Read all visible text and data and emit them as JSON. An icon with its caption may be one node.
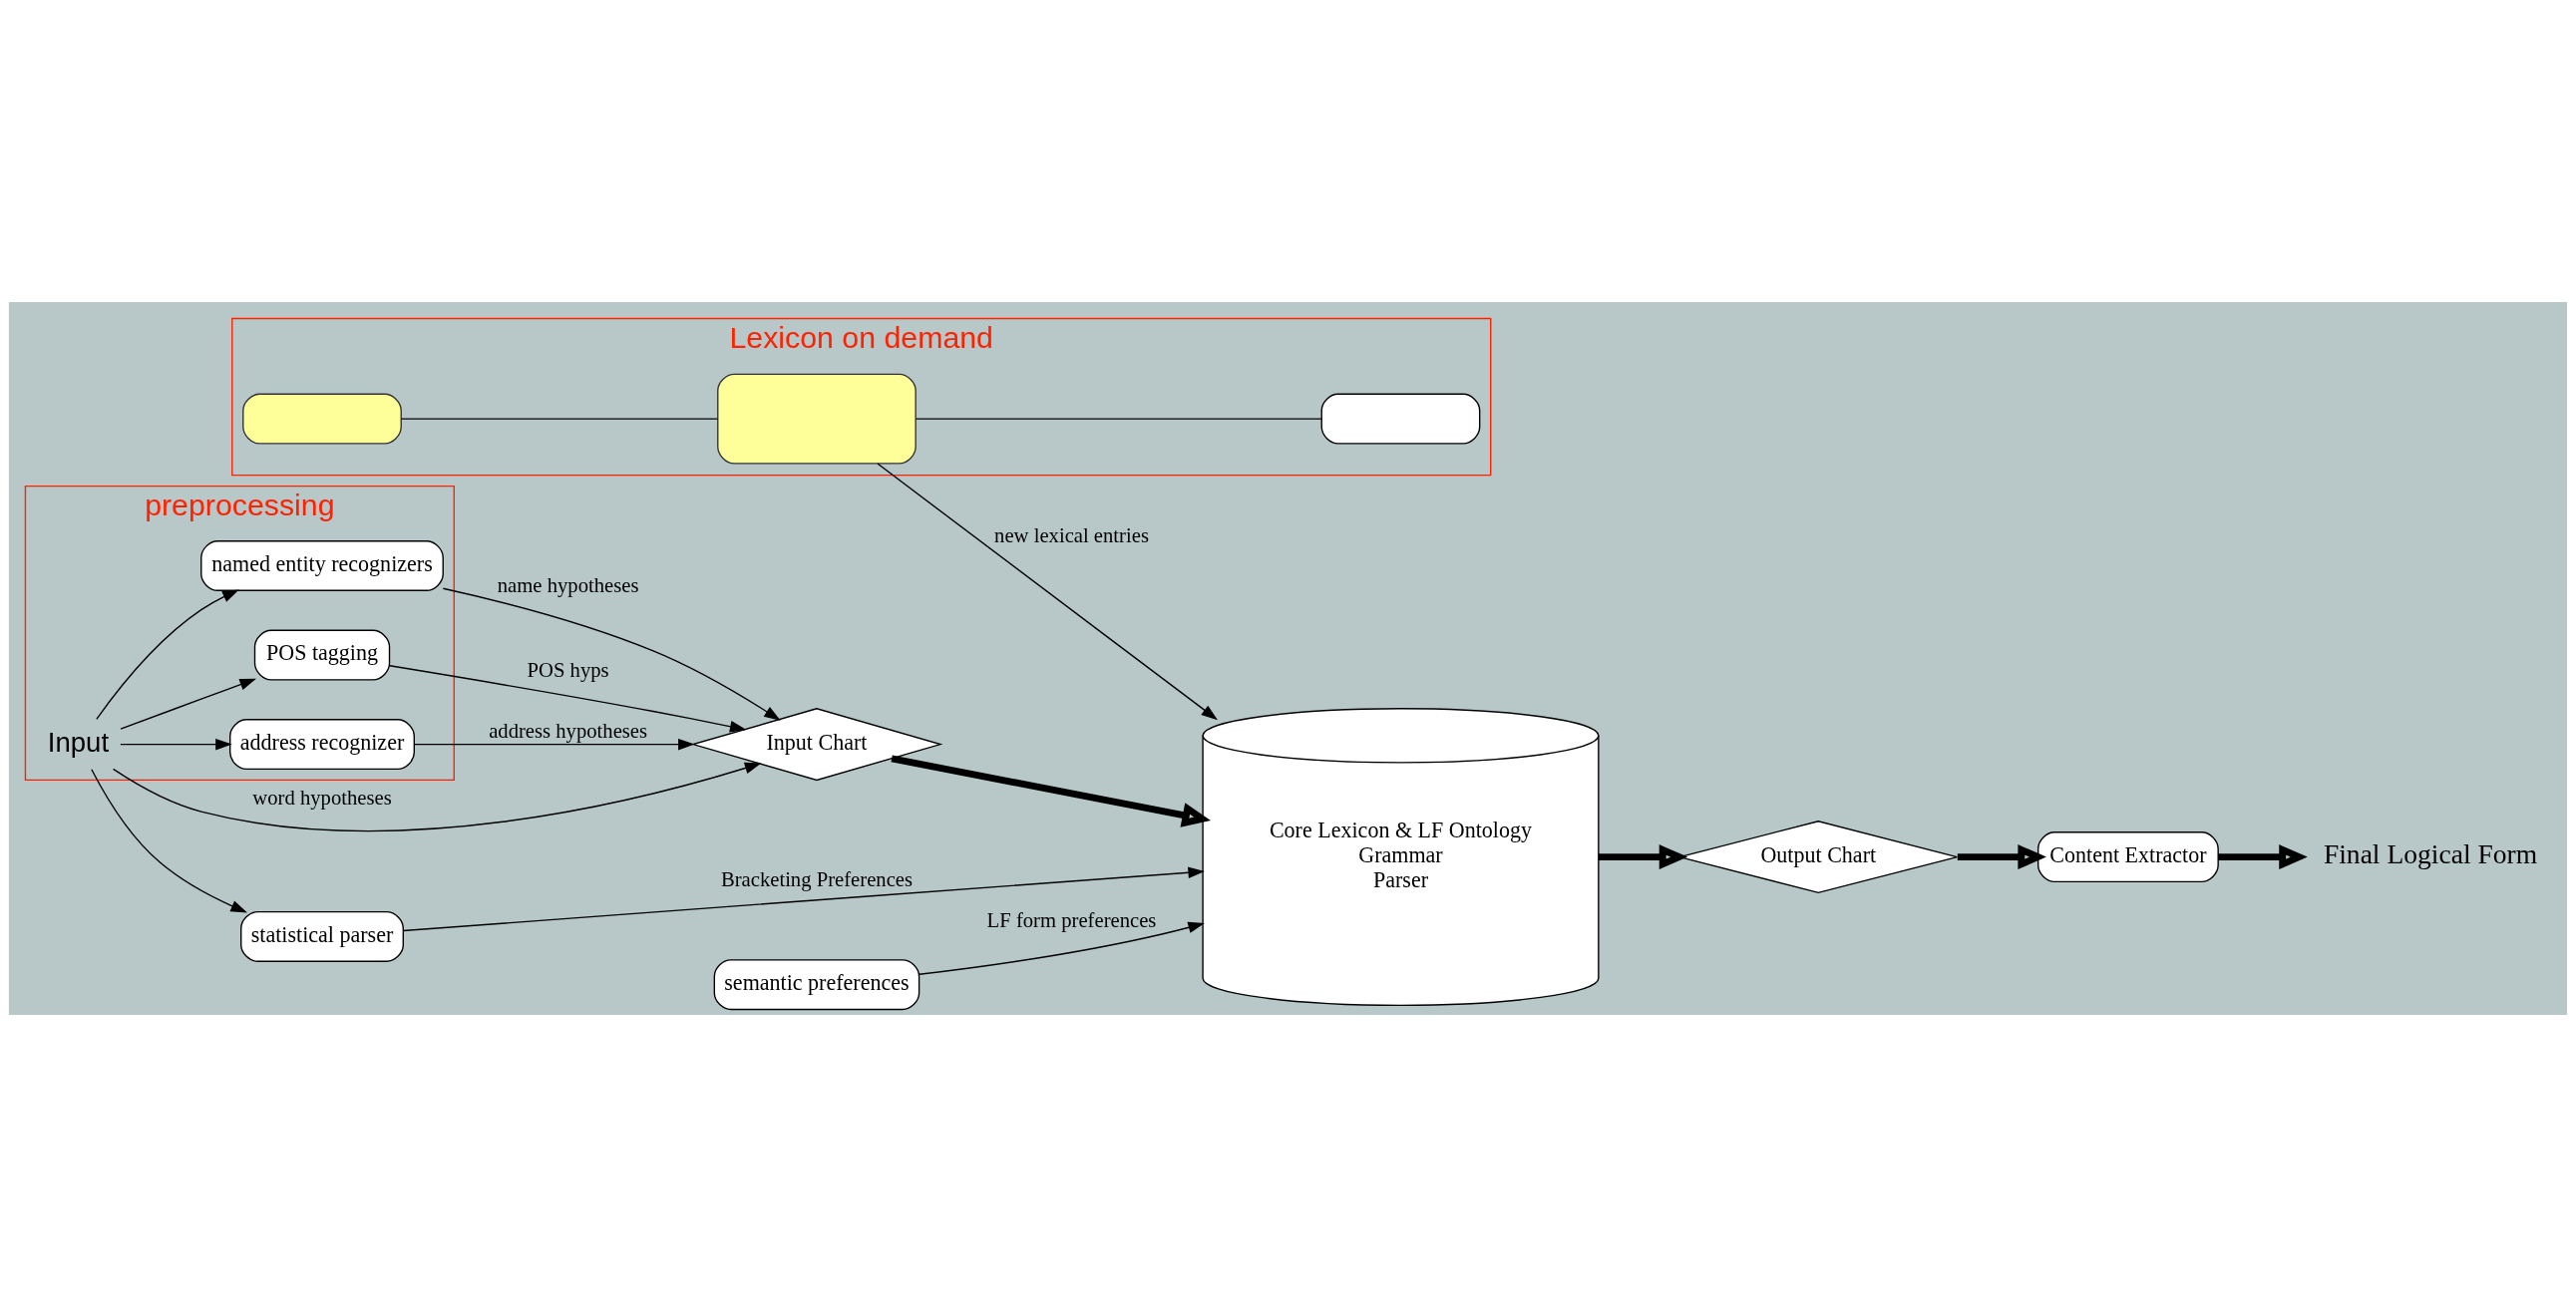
{
  "diagram": {
    "nodes": [
      {
        "text": [
          "Lexicon on demand"
        ]
      },
      {
        "text": [
          "preprocessing"
        ]
      },
      {
        "text": [],
        "shape": "box",
        "in": 0
      },
      {
        "text": [],
        "shape": "box",
        "in": 0
      },
      {
        "text": [],
        "shape": "box",
        "in": 0
      },
      {
        "text": [
          "Input"
        ],
        "in": 1
      },
      {
        "text": [
          "named entity recognizers"
        ],
        "in": 1
      },
      {
        "text": [
          "POS tagging"
        ],
        "in": 1
      },
      {
        "text": [
          "address recognizer"
        ],
        "in": 1
      },
      {
        "text": [
          "Input Chart"
        ]
      },
      {
        "text": [
          "Core Lexicon & LF Ontology",
          "Grammar",
          "Parser"
        ]
      },
      {
        "text": [
          "Output Chart"
        ]
      },
      {
        "text": [
          "Content Extractor"
        ]
      },
      {
        "text": [
          "Final Logical Form"
        ]
      },
      {
        "text": [
          "statistical parser"
        ]
      },
      {
        "text": [
          "semantic preferences"
        ]
      }
    ],
    "edges": [
      {
        "from": 2,
        "to": 3,
        "arrow": "none"
      },
      {
        "from": 3,
        "to": 4,
        "arrow": "none"
      },
      {
        "from": 3,
        "to": 10,
        "arrow": "to",
        "label": "new lexical entries"
      },
      {
        "from": 5,
        "to": 6,
        "arrow": "to"
      },
      {
        "from": 5,
        "to": 9,
        "arrow": "to",
        "label": "word hypotheses"
      },
      {
        "from": 5,
        "to": 7,
        "arrow": "to"
      },
      {
        "from": 5,
        "to": 8,
        "arrow": "to"
      },
      {
        "from": 5,
        "to": 14,
        "arrow": "to"
      },
      {
        "from": 6,
        "to": 9,
        "arrow": "to",
        "label": "name hypotheses"
      },
      {
        "from": 7,
        "to": 9,
        "arrow": "to",
        "label": "POS hyps"
      },
      {
        "from": 8,
        "to": 9,
        "arrow": "to",
        "label": "address hypotheses"
      },
      {
        "from": 9,
        "to": 10,
        "arrow": "to",
        "style": "thick"
      },
      {
        "from": 10,
        "to": 11,
        "arrow": "to",
        "style": "thick"
      },
      {
        "from": 11,
        "to": 12,
        "arrow": "to",
        "style": "thick"
      },
      {
        "from": 12,
        "to": 13,
        "arrow": "to",
        "style": "thick"
      },
      {
        "from": 14,
        "to": 10,
        "arrow": "to",
        "label": "Bracketing Preferences"
      },
      {
        "from": 15,
        "to": 10,
        "arrow": "to",
        "label": "LF form preferences"
      }
    ]
  }
}
